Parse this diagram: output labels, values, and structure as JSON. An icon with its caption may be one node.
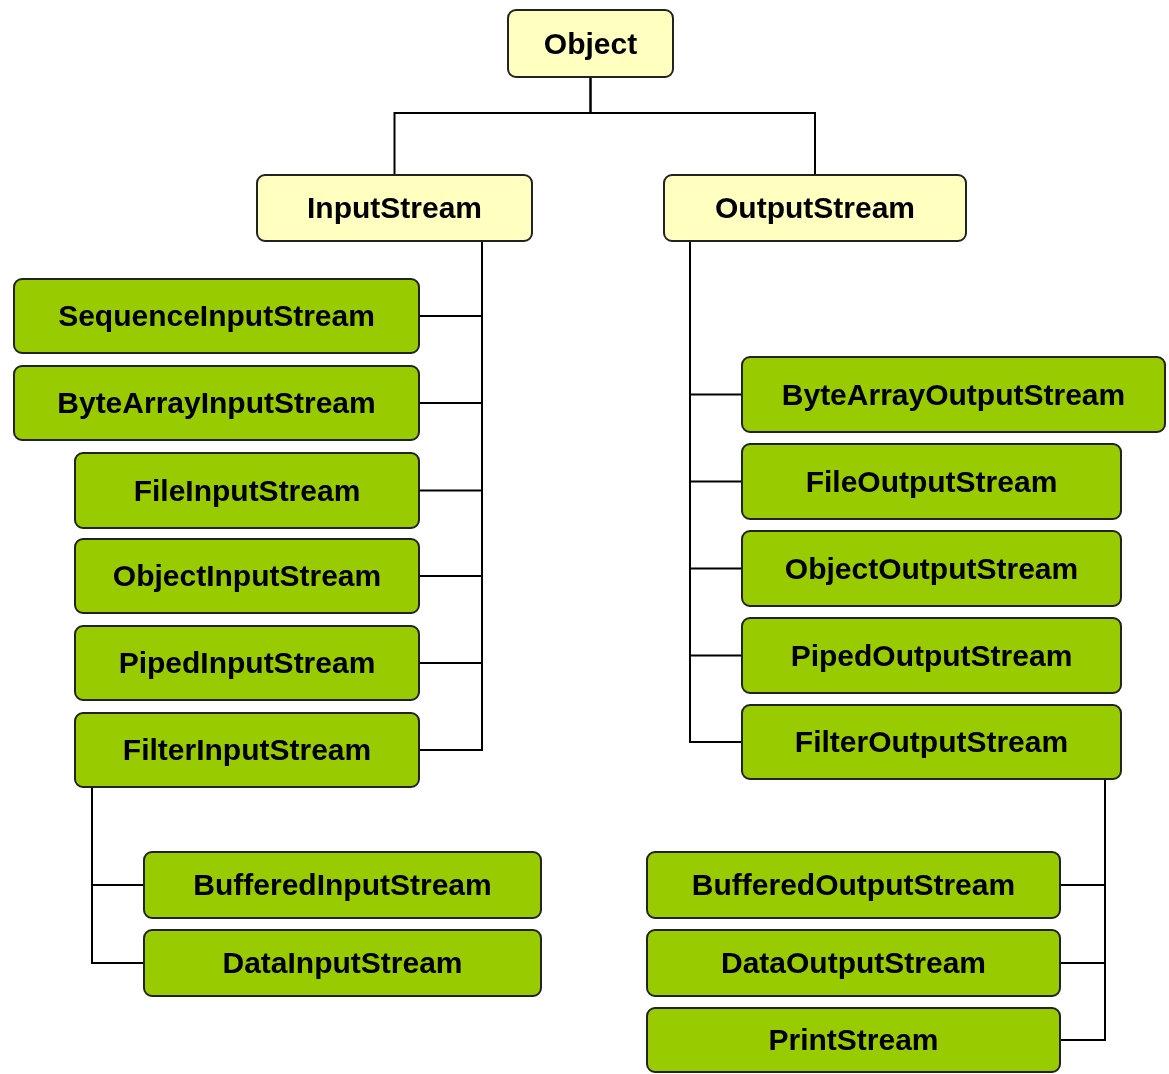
{
  "diagram": {
    "nodes": [
      {
        "text": [
          "Object"
        ]
      },
      {
        "text": [
          "InputStream"
        ]
      },
      {
        "text": [
          "OutputStream"
        ]
      },
      {
        "text": [
          "SequenceInputStream"
        ]
      },
      {
        "text": [
          "ByteArrayInputStream"
        ]
      },
      {
        "text": [
          "FileInputStream"
        ]
      },
      {
        "text": [
          "ObjectInputStream"
        ]
      },
      {
        "text": [
          "PipedInputStream"
        ]
      },
      {
        "text": [
          "FilterInputStream"
        ]
      },
      {
        "text": [
          "ByteArrayOutputStream"
        ]
      },
      {
        "text": [
          "FileOutputStream"
        ]
      },
      {
        "text": [
          "ObjectOutputStream"
        ]
      },
      {
        "text": [
          "PipedOutputStream"
        ]
      },
      {
        "text": [
          "FilterOutputStream"
        ]
      },
      {
        "text": [
          "BufferedInputStream"
        ]
      },
      {
        "text": [
          "DataInputStream"
        ]
      },
      {
        "text": [
          "BufferedOutputStream"
        ]
      },
      {
        "text": [
          "DataOutputStream"
        ]
      },
      {
        "text": [
          "PrintStream"
        ]
      }
    ],
    "edges": [
      {
        "from": 0,
        "to": 1,
        "arrow": "none"
      },
      {
        "from": 0,
        "to": 2,
        "arrow": "none"
      },
      {
        "from": 1,
        "to": 3,
        "arrow": "none"
      },
      {
        "from": 1,
        "to": 4,
        "arrow": "none"
      },
      {
        "from": 1,
        "to": 5,
        "arrow": "none"
      },
      {
        "from": 1,
        "to": 6,
        "arrow": "none"
      },
      {
        "from": 1,
        "to": 7,
        "arrow": "none"
      },
      {
        "from": 1,
        "to": 8,
        "arrow": "none"
      },
      {
        "from": 2,
        "to": 9,
        "arrow": "none"
      },
      {
        "from": 2,
        "to": 10,
        "arrow": "none"
      },
      {
        "from": 2,
        "to": 11,
        "arrow": "none"
      },
      {
        "from": 2,
        "to": 12,
        "arrow": "none"
      },
      {
        "from": 2,
        "to": 13,
        "arrow": "none"
      },
      {
        "from": 8,
        "to": 14,
        "arrow": "none"
      },
      {
        "from": 8,
        "to": 15,
        "arrow": "none"
      },
      {
        "from": 13,
        "to": 16,
        "arrow": "none"
      },
      {
        "from": 13,
        "to": 17,
        "arrow": "none"
      },
      {
        "from": 13,
        "to": 18,
        "arrow": "none"
      }
    ]
  }
}
